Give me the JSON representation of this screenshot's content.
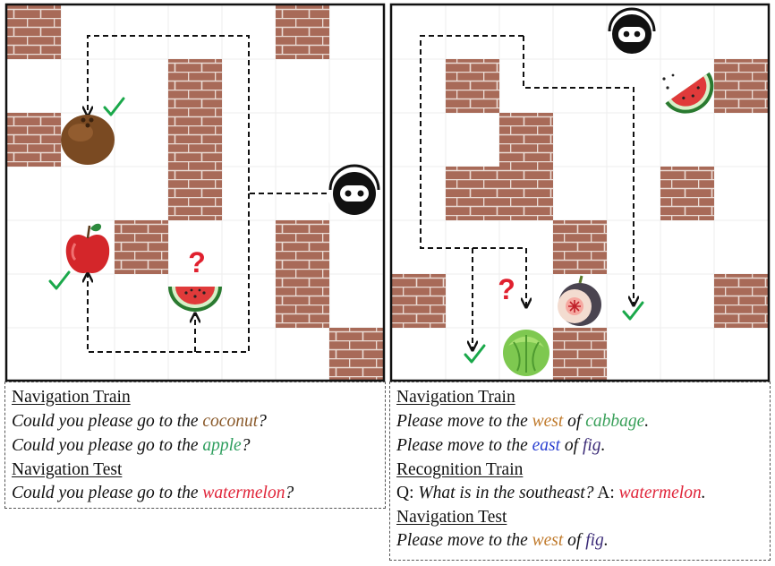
{
  "colors": {
    "brick": "#a86a58",
    "mortar": "#eadbd4",
    "coconut": "#8a5a2b",
    "apple_green": "#2e9e5e",
    "watermelon_red": "#e0253a",
    "cabbage_green": "#3aa05a",
    "west_orange": "#c07a2c",
    "east_blue": "#2a3fd0",
    "fig_purple": "#3c2c78",
    "check_green": "#1aa84a",
    "question_red": "#e0202e"
  },
  "left_caption": {
    "nav_train_heading": "Navigation Train",
    "line1_prefix": "Could you please go to the ",
    "line1_item": "coconut",
    "line1_suffix": "?",
    "line2_prefix": "Could you please go to the ",
    "line2_item": "apple",
    "line2_suffix": "?",
    "nav_test_heading": "Navigation Test",
    "line3_prefix": "Could you please go to the ",
    "line3_item": "watermelon",
    "line3_suffix": "?"
  },
  "right_caption": {
    "nav_train_heading": "Navigation Train",
    "line1_prefix": "Please move to the ",
    "line1_dir": "west",
    "line1_mid": " of ",
    "line1_item": "cabbage",
    "line1_suffix": ".",
    "line2_prefix": "Please move to the ",
    "line2_dir": "east",
    "line2_mid": " of ",
    "line2_item": "fig",
    "line2_suffix": ".",
    "recog_train_heading": "Recognition Train",
    "q_label": "Q: ",
    "question": "What is in the southeast?",
    "a_label": " A: ",
    "answer": "watermelon",
    "answer_suffix": ".",
    "nav_test_heading": "Navigation Test",
    "line3_prefix": "Please move to the ",
    "line3_dir": "west",
    "line3_mid": " of ",
    "line3_item": "fig",
    "line3_suffix": "."
  },
  "markers": {
    "question_mark": "?"
  }
}
